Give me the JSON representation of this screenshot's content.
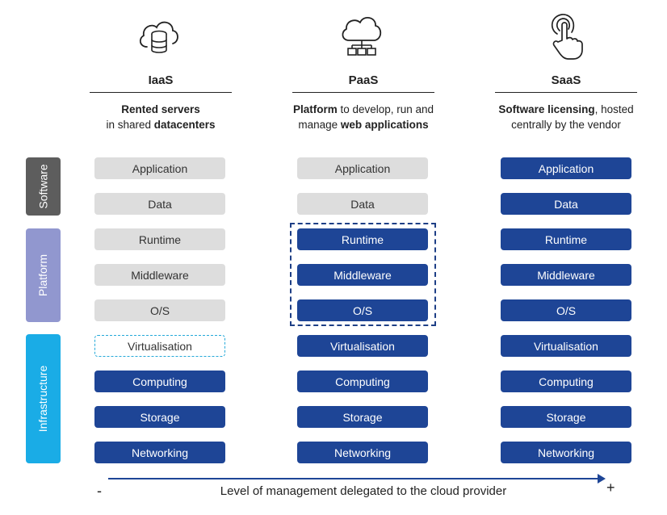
{
  "columns": [
    {
      "title": "IaaS",
      "icon": "database-cloud-icon",
      "desc_line1": [
        {
          "t": "Rented servers",
          "b": true
        }
      ],
      "desc_line2": [
        {
          "t": "in shared ",
          "b": false
        },
        {
          "t": "datacenters",
          "b": true
        }
      ]
    },
    {
      "title": "PaaS",
      "icon": "cloud-network-icon",
      "desc_line1": [
        {
          "t": "Platform",
          "b": true
        },
        {
          "t": " to develop, run and",
          "b": false
        }
      ],
      "desc_line2": [
        {
          "t": "manage ",
          "b": false
        },
        {
          "t": "web applications",
          "b": true
        }
      ]
    },
    {
      "title": "SaaS",
      "icon": "touch-hand-icon",
      "desc_line1": [
        {
          "t": "Software licensing",
          "b": true
        },
        {
          "t": ", hosted",
          "b": false
        }
      ],
      "desc_line2": [
        {
          "t": "centrally by the vendor",
          "b": false
        }
      ]
    }
  ],
  "layers": [
    "Application",
    "Data",
    "Runtime",
    "Middleware",
    "O/S",
    "Virtualisation",
    "Computing",
    "Storage",
    "Networking"
  ],
  "layer_states": {
    "iaas": [
      "user",
      "user",
      "user",
      "user",
      "user",
      "partial",
      "provider",
      "provider",
      "provider"
    ],
    "paas": [
      "user",
      "user",
      "provider",
      "provider",
      "provider",
      "provider",
      "provider",
      "provider",
      "provider"
    ],
    "saas": [
      "provider",
      "provider",
      "provider",
      "provider",
      "provider",
      "provider",
      "provider",
      "provider",
      "provider"
    ]
  },
  "groups": [
    {
      "label": "Software",
      "color": "#5d5d5d"
    },
    {
      "label": "Platform",
      "color": "#9197cf"
    },
    {
      "label": "Infrastructure",
      "color": "#1aace6"
    }
  ],
  "colors": {
    "provider": "#1e4596",
    "user": "#dddddd",
    "partial_border": "#25a9d9",
    "highlight_border": "#1e3f86"
  },
  "axis": {
    "label": "Level of management delegated to the cloud provider",
    "min_sign": "-",
    "max_sign": "+"
  }
}
